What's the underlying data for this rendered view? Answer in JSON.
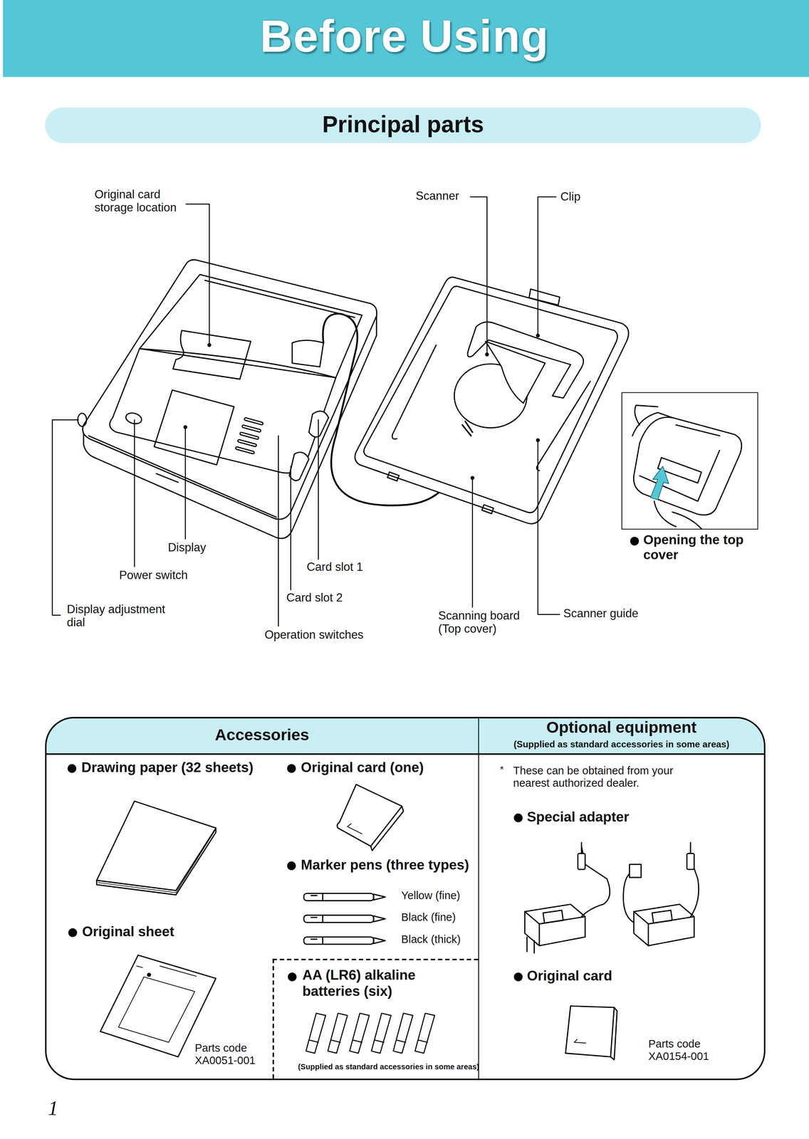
{
  "diagram": {
    "title": "Before Using",
    "nodes": [
      {
        "text": [
          "Principal parts"
        ]
      },
      {
        "text": [
          "Opening the top cover"
        ]
      },
      {
        "text": [
          "Accessories"
        ]
      },
      {
        "text": [
          "Optional equipment",
          "(Supplied as standard accessories in some areas)"
        ]
      },
      {
        "text": [
          "AA (LR6) alkaline batteries (six)",
          "(Supplied as standard accessories in some areas)"
        ],
        "in": 2
      }
    ],
    "labels": [
      "Original card storage location",
      "Scanner",
      "Clip",
      "Display",
      "Power switch",
      "Card slot 1",
      "Card slot 2",
      "Display adjustment dial",
      "Operation switches",
      "Scanning board (Top cover)",
      "Scanner guide",
      "Drawing paper (32 sheets)",
      "Original card (one)",
      "Marker pens (three types)",
      "Yellow (fine)",
      "Black (fine)",
      "Black (thick)",
      "Original sheet",
      "Parts code XA0051-001",
      "*",
      "These can be obtained from your nearest authorized dealer.",
      "Special adapter",
      "Original card",
      "Parts code XA0154-001",
      "1"
    ]
  }
}
